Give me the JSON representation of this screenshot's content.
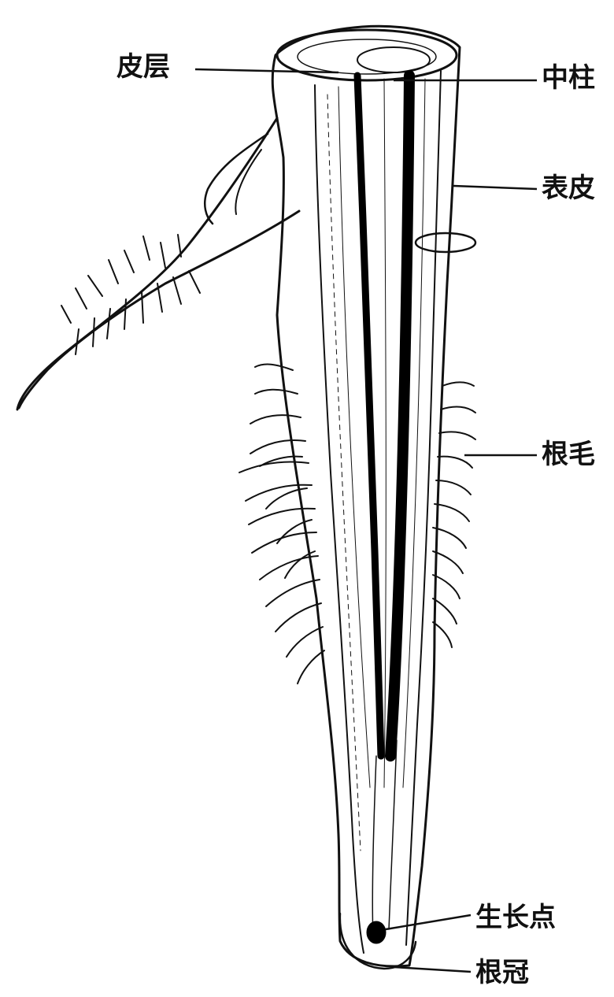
{
  "labels": {
    "cortex": "皮层",
    "stele": "中柱",
    "epidermis": "表皮",
    "root_hair": "根毛",
    "growing_point": "生长点",
    "root_cap": "根冠"
  },
  "colors": {
    "ink": "#111111",
    "background": "#ffffff"
  }
}
